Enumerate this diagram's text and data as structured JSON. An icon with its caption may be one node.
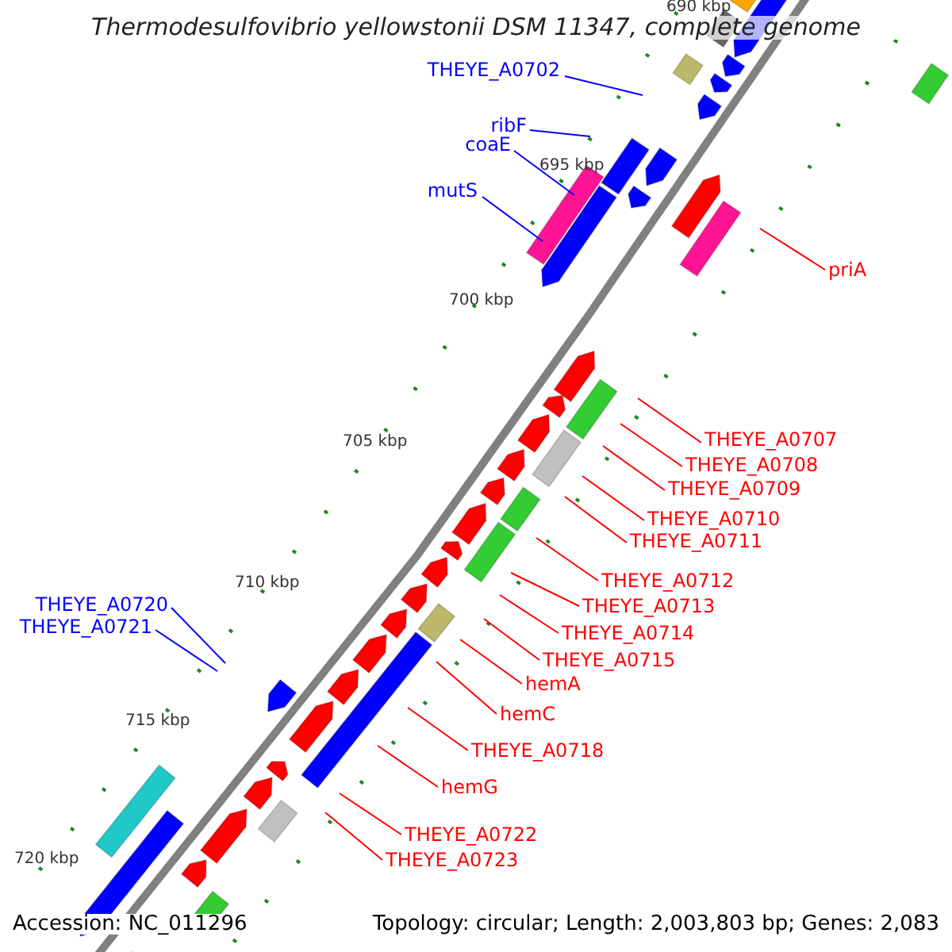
{
  "diagram": {
    "title": "Thermodesulfovibrio yellowstonii DSM 11347, complete genome",
    "nodes": [
      {
        "text": [
          "THEYE_A0702"
        ]
      },
      {
        "text": [
          "ribF"
        ]
      },
      {
        "text": [
          "coaE"
        ]
      },
      {
        "text": [
          "mutS"
        ]
      },
      {
        "text": [
          "priA"
        ]
      },
      {
        "text": [
          "THEYE_A0707"
        ]
      },
      {
        "text": [
          "THEYE_A0708"
        ]
      },
      {
        "text": [
          "THEYE_A0709"
        ]
      },
      {
        "text": [
          "THEYE_A0710"
        ]
      },
      {
        "text": [
          "THEYE_A0711"
        ]
      },
      {
        "text": [
          "THEYE_A0712"
        ]
      },
      {
        "text": [
          "THEYE_A0713"
        ]
      },
      {
        "text": [
          "THEYE_A0714"
        ]
      },
      {
        "text": [
          "THEYE_A0715"
        ]
      },
      {
        "text": [
          "hemA"
        ]
      },
      {
        "text": [
          "hemC"
        ]
      },
      {
        "text": [
          "THEYE_A0718"
        ]
      },
      {
        "text": [
          "hemG"
        ]
      },
      {
        "text": [
          "THEYE_A0722"
        ]
      },
      {
        "text": [
          "THEYE_A0723"
        ]
      },
      {
        "text": [
          "THEYE_A0720"
        ]
      },
      {
        "text": [
          "THEYE_A0721"
        ]
      }
    ],
    "edges": [
      {
        "from": 0,
        "to": null,
        "arrow": "none",
        "color": "#0000ff"
      },
      {
        "from": 1,
        "to": null,
        "arrow": "none",
        "color": "#0000ff"
      },
      {
        "from": 2,
        "to": null,
        "arrow": "none",
        "color": "#0000ff"
      },
      {
        "from": 3,
        "to": null,
        "arrow": "none",
        "color": "#0000ff"
      },
      {
        "from": 4,
        "to": null,
        "arrow": "none"
      },
      {
        "from": 5,
        "to": null,
        "arrow": "none"
      },
      {
        "from": 6,
        "to": null,
        "arrow": "none"
      },
      {
        "from": 7,
        "to": null,
        "arrow": "none"
      },
      {
        "from": 8,
        "to": null,
        "arrow": "none"
      },
      {
        "from": 9,
        "to": null,
        "arrow": "none"
      },
      {
        "from": 10,
        "to": null,
        "arrow": "none"
      },
      {
        "from": 11,
        "to": null,
        "arrow": "none"
      },
      {
        "from": 12,
        "to": null,
        "arrow": "none"
      },
      {
        "from": 13,
        "to": null,
        "arrow": "none"
      },
      {
        "from": 14,
        "to": null,
        "arrow": "none"
      },
      {
        "from": 15,
        "to": null,
        "arrow": "none"
      },
      {
        "from": 16,
        "to": null,
        "arrow": "none"
      },
      {
        "from": 17,
        "to": null,
        "arrow": "none"
      },
      {
        "from": 18,
        "to": null,
        "arrow": "none"
      },
      {
        "from": 19,
        "to": null,
        "arrow": "none"
      },
      {
        "from": 20,
        "to": null,
        "arrow": "none",
        "color": "#0000ff"
      },
      {
        "from": 21,
        "to": null,
        "arrow": "none",
        "color": "#0000ff"
      }
    ],
    "labels": [
      "690 kbp",
      "695 kbp",
      "700 kbp",
      "705 kbp",
      "710 kbp",
      "715 kbp",
      "720 kbp",
      "Accession: NC_011296",
      "Topology: circular; Length: 2,003,803 bp; Genes: 2,083"
    ]
  }
}
